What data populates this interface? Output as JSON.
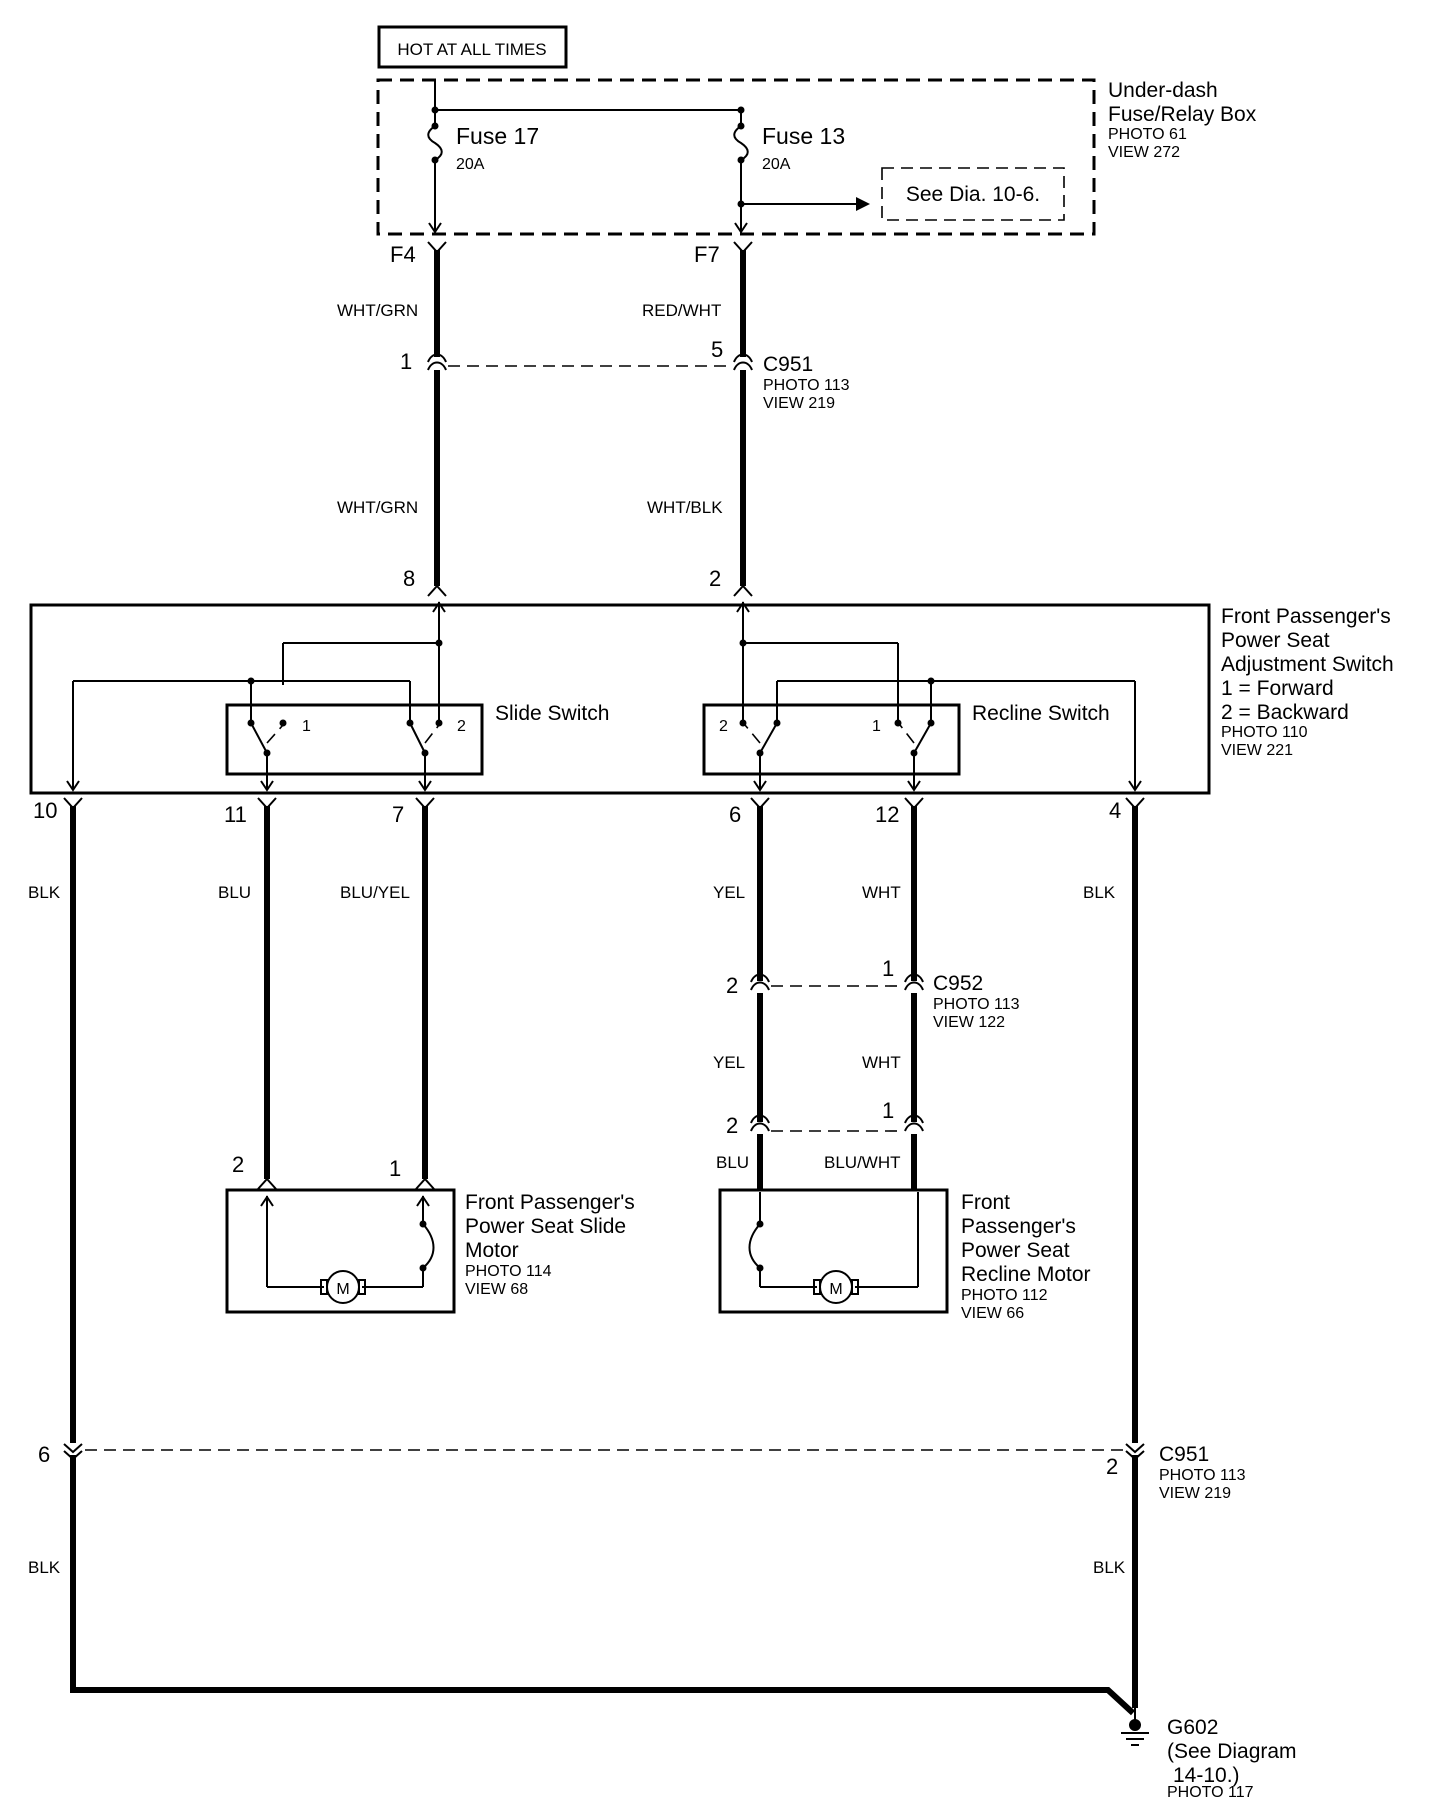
{
  "hot_at_all_times": "HOT AT ALL TIMES",
  "fuse_box": {
    "name_line1": "Under-dash",
    "name_line2": "Fuse/Relay Box",
    "photo": "PHOTO 61",
    "view": "VIEW 272"
  },
  "fuses": [
    {
      "name": "Fuse 17",
      "rating": "20A",
      "terminal": "F4"
    },
    {
      "name": "Fuse 13",
      "rating": "20A",
      "terminal": "F7"
    }
  ],
  "see_dia": "See Dia. 10-6.",
  "wires": {
    "wht_grn": "WHT/GRN",
    "red_wht": "RED/WHT",
    "wht_blk": "WHT/BLK",
    "blk": "BLK",
    "blu": "BLU",
    "blu_yel": "BLU/YEL",
    "yel": "YEL",
    "wht": "WHT",
    "blu_wht": "BLU/WHT"
  },
  "connectors": {
    "c951": {
      "name": "C951",
      "photo": "PHOTO 113",
      "view": "VIEW 219"
    },
    "c952": {
      "name": "C952",
      "photo": "PHOTO 113",
      "view": "VIEW 122"
    }
  },
  "switch_unit": {
    "line1": "Front Passenger's",
    "line2": "Power Seat",
    "line3": "Adjustment Switch",
    "line4": "1 = Forward",
    "line5": "2 = Backward",
    "photo": "PHOTO 110",
    "view": "VIEW 221",
    "slide_switch": "Slide Switch",
    "recline_switch": "Recline Switch"
  },
  "slide_motor": {
    "line1": "Front Passenger's",
    "line2": "Power Seat Slide",
    "line3": "Motor",
    "photo": "PHOTO 114",
    "view": "VIEW 68"
  },
  "recline_motor": {
    "line1": "Front",
    "line2": "Passenger's",
    "line3": "Power Seat",
    "line4": "Recline Motor",
    "photo": "PHOTO 112",
    "view": "VIEW 66"
  },
  "motor_symbol": "M",
  "ground": {
    "name": "G602",
    "line2": "(See Diagram",
    "line3": "14-10.)",
    "photo": "PHOTO 117"
  },
  "pins": {
    "c951_1": "1",
    "c951_5": "5",
    "sw_8": "8",
    "sw_2": "2",
    "sw_10": "10",
    "sw_11": "11",
    "sw_7": "7",
    "sw_6": "6",
    "sw_12": "12",
    "sw_4": "4",
    "slide_sw_1": "1",
    "slide_sw_2": "2",
    "recline_sw_2": "2",
    "recline_sw_1": "1",
    "c952a_2": "2",
    "c952a_1": "1",
    "c952b_2": "2",
    "c952b_1": "1",
    "slide_motor_2": "2",
    "slide_motor_1": "1",
    "c951b_6": "6",
    "c951b_2": "2"
  }
}
